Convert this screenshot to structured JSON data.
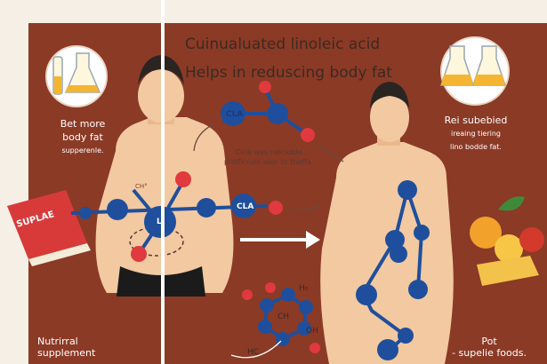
{
  "title_line1": "Cuinualuated linoleic acid",
  "title_line2": "Helps in reduscing  body fat",
  "left_caption": {
    "line1": "Bet more",
    "line2": "body fat",
    "line3": "supperenle."
  },
  "mid_caption": {
    "line1": "Clria was nelcloble",
    "line2": "prdificrum akor to theffa."
  },
  "right_caption": {
    "line1": "Rei subebied",
    "line2": "ireaing tiering",
    "line3": "lino bodde fat."
  },
  "bottom_left": {
    "line1": "Nutrirral",
    "line2": "supplement"
  },
  "bottom_right": {
    "line1": "Pot",
    "line2": "- supelie foods."
  },
  "book_label": "SUPLAE",
  "molecule_labels": {
    "cla_top": "CLA",
    "cla_mid": "CLA",
    "l_label": "L",
    "h_label": "H₀",
    "ch_label": "CH",
    "oh_label": "OH",
    "hc_label": "HC",
    "cb_label": "CH°"
  },
  "colors": {
    "panel": "#8b3a26",
    "skin": "#f2c9a1",
    "atom_blue": "#1f4f9c",
    "atom_red": "#e0393e"
  }
}
